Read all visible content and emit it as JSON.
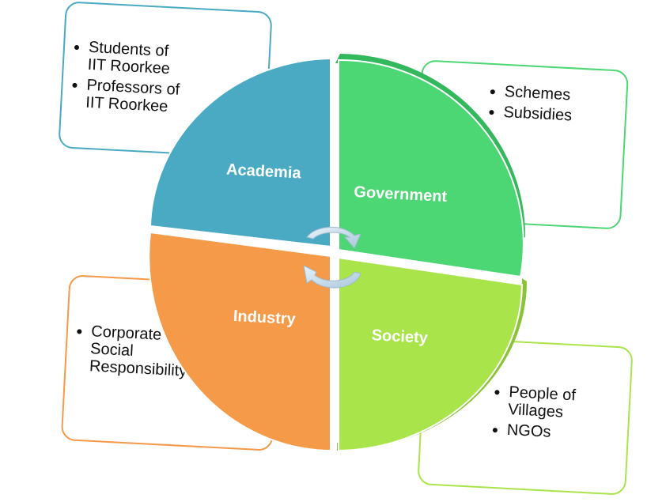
{
  "colors": {
    "academia": "#4AAAC4",
    "government": "#4CD674",
    "industry": "#F59A49",
    "society": "#A9E54A"
  },
  "quadrants": {
    "academia": {
      "label": "Academia"
    },
    "government": {
      "label": "Government"
    },
    "industry": {
      "label": "Industry"
    },
    "society": {
      "label": "Society"
    }
  },
  "boxes": {
    "academia": {
      "items": [
        "Students of\nIIT Roorkee",
        "Professors of\nIIT Roorkee"
      ]
    },
    "government": {
      "items": [
        "Schemes",
        "Subsidies"
      ]
    },
    "industry": {
      "items": [
        "Corporate\nSocial\nResponsibility"
      ]
    },
    "society": {
      "items": [
        "People of\nVillages",
        "NGOs"
      ]
    }
  },
  "center_icon": "circular-arrows-icon"
}
